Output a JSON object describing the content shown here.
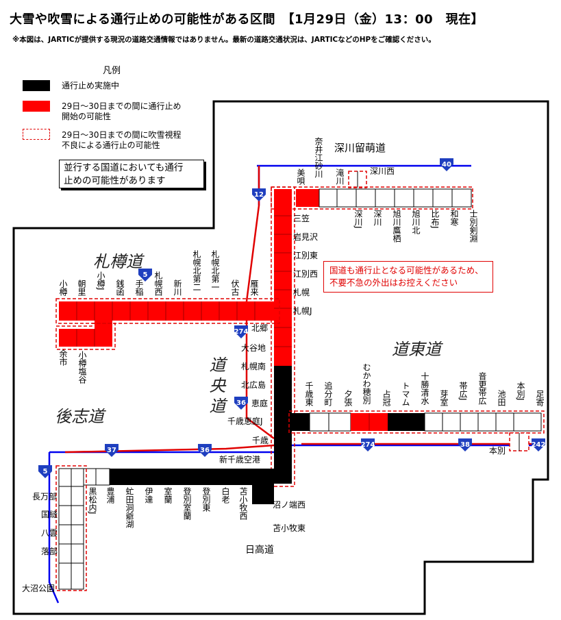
{
  "title": "大雪や吹雪による通行止めの可能性がある区間　【1月29日（金）13：00　現在】",
  "note": "※本図は、JARTICが提供する現況の道路交通情報ではありません。最新の道路交通状況は、JARTICなどのHPをご確認ください。",
  "legend": {
    "title": "凡例",
    "items": [
      {
        "style": "closed",
        "label": "通行止め実施中"
      },
      {
        "style": "possible",
        "label": "29日～30日までの間に通行止め\n開始の可能性"
      },
      {
        "style": "visibility",
        "label": "29日～30日までの間に吹雪視程\n不良による通行止の可能性"
      }
    ],
    "parallel_note": "並行する国道においても通行\n止めの可能性があります"
  },
  "warning": "国道も通行止となる可能性があるため、\n不要不急の外出はお控えください",
  "colors": {
    "closed": "#000000",
    "possible": "#ff0000",
    "visibility": "#e00000",
    "national_road": "#0000ee",
    "shield": "#1f3fbf"
  },
  "regions": {
    "sasshodo": "札樽道",
    "doou": "道央道",
    "doto": "道東道",
    "goshi": "後志道",
    "hidaka": "日高道",
    "fukagawa": "深川留萌道"
  },
  "labels": {
    "fukagawa_row": [
      "奈井江砂川",
      "美唄",
      "滝川",
      "深川西"
    ],
    "fukagawa_below": [
      "深川J",
      "深川",
      "旭川鷹栖",
      "旭川北",
      "比布J",
      "和寒",
      "士別剣淵"
    ],
    "doou_north": [
      "三笠",
      "岩見沢",
      "江別東",
      "江別西",
      "札幌",
      "札幌J"
    ],
    "sassho": [
      "小樽",
      "朝里",
      "小樽J",
      "銭函",
      "手稲",
      "札幌西",
      "新川",
      "札幌北第二",
      "札幌北第一",
      "伏古",
      "雁来"
    ],
    "goshi_branch": [
      "余市",
      "小樽塩谷"
    ],
    "doou_middle": [
      "北郷",
      "大谷地",
      "札幌南",
      "北広島",
      "恵庭",
      "千歳恵庭J",
      "千歳",
      "新千歳空港"
    ],
    "doto": [
      "千歳東",
      "追分町",
      "夕張",
      "むかわ穂別",
      "占冠",
      "トマム",
      "十勝清水",
      "芽室",
      "帯広J",
      "音更帯広",
      "池田",
      "本別J",
      "足寄"
    ],
    "doou_south": [
      "大沼公園",
      "落部",
      "八雲",
      "国縫",
      "長万部",
      "黒松内J",
      "豊浦",
      "虻田洞爺湖",
      "伊達",
      "室蘭",
      "登別室蘭",
      "登別東",
      "白老",
      "苫小牧西"
    ],
    "hidaka": [
      "沼ノ端西",
      "苫小牧東"
    ],
    "honbetsu": "本別"
  },
  "route_shields": [
    "40",
    "12",
    "5",
    "274",
    "36",
    "37",
    "36",
    "274",
    "38",
    "242",
    "5"
  ]
}
